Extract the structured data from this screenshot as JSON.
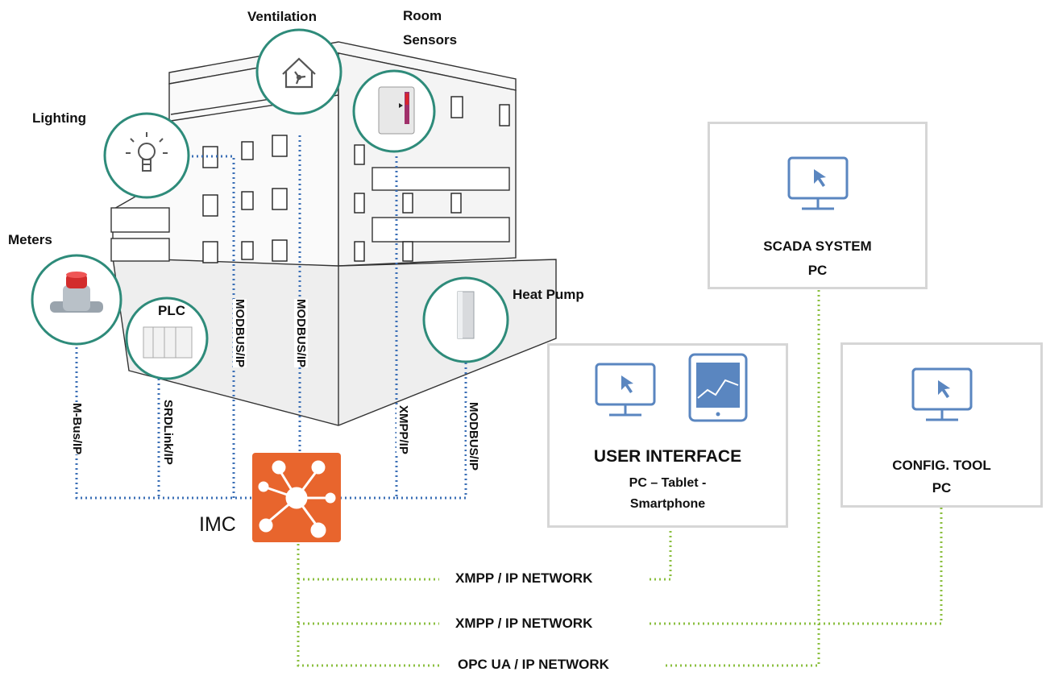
{
  "devices": {
    "ventilation": "Ventilation",
    "room_sensors_line1": "Room",
    "room_sensors_line2": "Sensors",
    "lighting": "Lighting",
    "meters": "Meters",
    "plc": "PLC",
    "heat_pump": "Heat Pump"
  },
  "protocols": {
    "meters": "M-Bus/IP",
    "plc": "SRDLink/IP",
    "lighting": "MODBUS/IP",
    "ventilation": "MODBUS/IP",
    "room_sensors": "XMPP/IP",
    "heat_pump": "MODBUS/IP"
  },
  "hub": {
    "label": "IMC"
  },
  "systems": {
    "scada": {
      "title": "SCADA SYSTEM",
      "subtitle": "PC"
    },
    "user_interface": {
      "title": "USER INTERFACE",
      "subtitle_line1": "PC – Tablet -",
      "subtitle_line2": "Smartphone"
    },
    "config_tool": {
      "title": "CONFIG. TOOL",
      "subtitle": "PC"
    }
  },
  "networks": [
    "XMPP / IP NETWORK",
    "XMPP / IP NETWORK",
    "OPC UA / IP NETWORK"
  ],
  "colors": {
    "circle_stroke": "#2e8b7a",
    "blue_link": "#3b6fb6",
    "green_link": "#8bbf3f",
    "hub_orange": "#e8652d",
    "monitor_blue": "#5a86c0",
    "box_border": "#d6d6d6"
  }
}
